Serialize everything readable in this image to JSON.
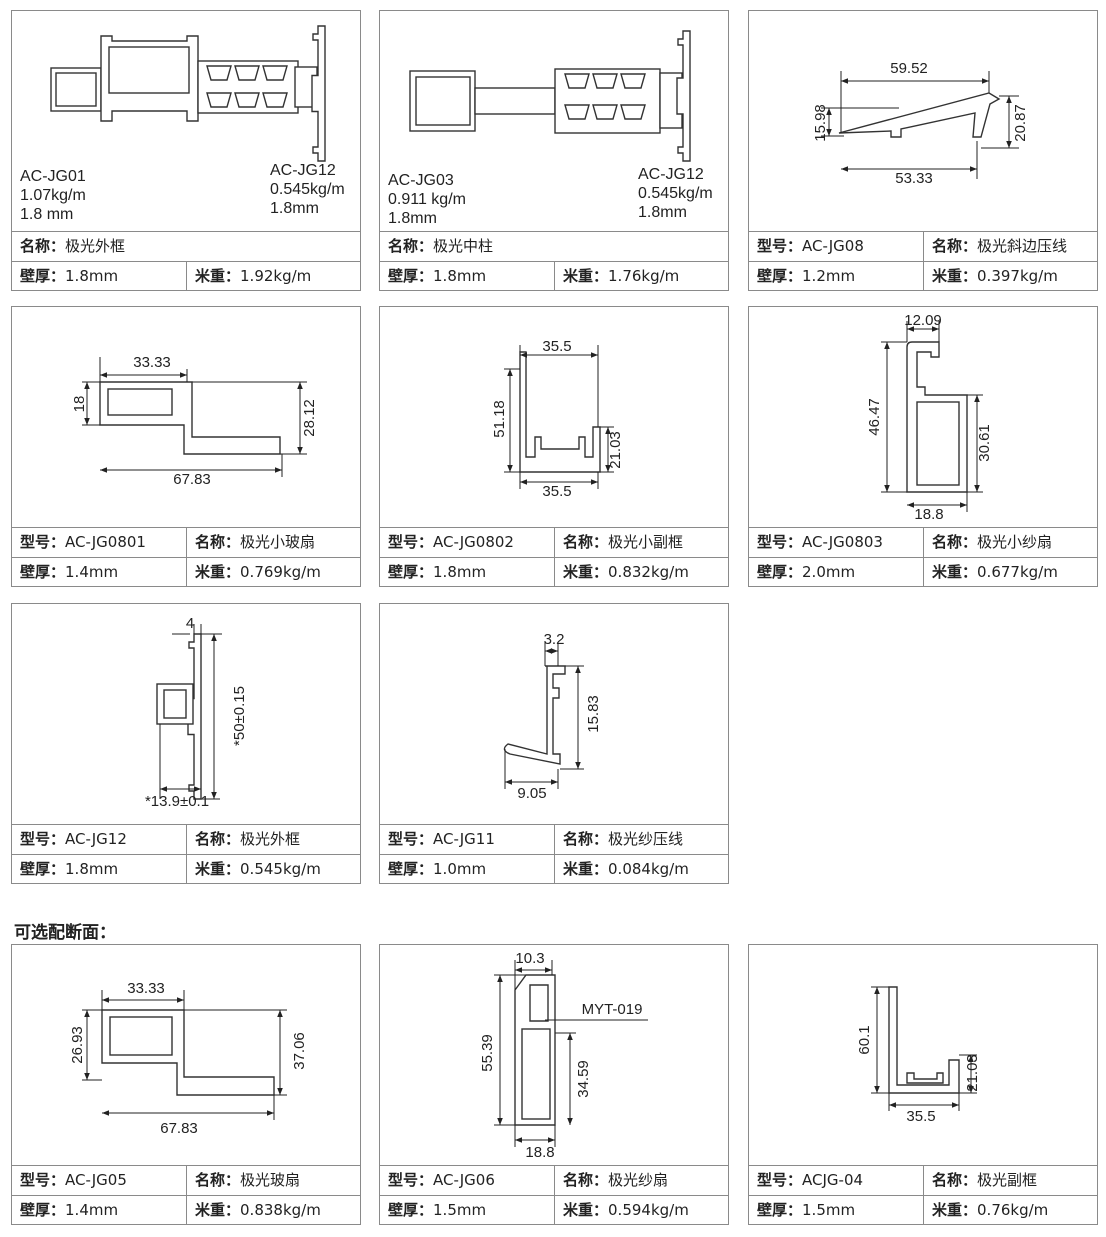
{
  "section_heading": "可选配断面：",
  "cards": [
    {
      "notes": [
        [
          "AC-JG01",
          "1.07kg/m",
          "1.8 mm"
        ],
        [
          "AC-JG12",
          "0.545kg/m",
          "1.8mm"
        ]
      ],
      "dims": [],
      "rows": [
        [
          {
            "label": "名称：",
            "value": "极光外框"
          }
        ],
        [
          {
            "label": "壁厚：",
            "value": "1.8mm"
          },
          {
            "label": "米重：",
            "value": "1.92kg/m"
          }
        ]
      ]
    },
    {
      "notes": [
        [
          "AC-JG03",
          "0.911 kg/m",
          "1.8mm"
        ],
        [
          "AC-JG12",
          "0.545kg/m",
          "1.8mm"
        ]
      ],
      "dims": [],
      "rows": [
        [
          {
            "label": "名称：",
            "value": "极光中柱"
          }
        ],
        [
          {
            "label": "壁厚：",
            "value": "1.8mm"
          },
          {
            "label": "米重：",
            "value": "1.76kg/m"
          }
        ]
      ]
    },
    {
      "notes": [],
      "dims": [
        "59.52",
        "15.98",
        "20.87",
        "53.33"
      ],
      "rows": [
        [
          {
            "label": "型号：",
            "value": "AC-JG08"
          },
          {
            "label": "名称：",
            "value": "极光斜边压线"
          }
        ],
        [
          {
            "label": "壁厚：",
            "value": "1.2mm"
          },
          {
            "label": "米重：",
            "value": "0.397kg/m"
          }
        ]
      ]
    },
    {
      "notes": [],
      "dims": [
        "33.33",
        "18",
        "28.12",
        "67.83"
      ],
      "rows": [
        [
          {
            "label": "型号：",
            "value": "AC-JG0801"
          },
          {
            "label": "名称：",
            "value": "极光小玻扇"
          }
        ],
        [
          {
            "label": "壁厚：",
            "value": "1.4mm"
          },
          {
            "label": "米重：",
            "value": "0.769kg/m"
          }
        ]
      ]
    },
    {
      "notes": [],
      "dims": [
        "35.5",
        "51.18",
        "21.03",
        "35.5"
      ],
      "rows": [
        [
          {
            "label": "型号：",
            "value": "AC-JG0802"
          },
          {
            "label": "名称：",
            "value": "极光小副框"
          }
        ],
        [
          {
            "label": "壁厚：",
            "value": "1.8mm"
          },
          {
            "label": "米重：",
            "value": "0.832kg/m"
          }
        ]
      ]
    },
    {
      "notes": [],
      "dims": [
        "12.09",
        "46.47",
        "30.61",
        "18.8"
      ],
      "rows": [
        [
          {
            "label": "型号：",
            "value": "AC-JG0803"
          },
          {
            "label": "名称：",
            "value": "极光小纱扇"
          }
        ],
        [
          {
            "label": "壁厚：",
            "value": "2.0mm"
          },
          {
            "label": "米重：",
            "value": "0.677kg/m"
          }
        ]
      ]
    },
    {
      "notes": [],
      "dims": [
        "4",
        "*50±0.15",
        "*13.9±0.1"
      ],
      "rows": [
        [
          {
            "label": "型号：",
            "value": "AC-JG12"
          },
          {
            "label": "名称：",
            "value": "极光外框"
          }
        ],
        [
          {
            "label": "壁厚：",
            "value": "1.8mm"
          },
          {
            "label": "米重：",
            "value": "0.545kg/m"
          }
        ]
      ]
    },
    {
      "notes": [],
      "dims": [
        "3.2",
        "15.83",
        "9.05"
      ],
      "rows": [
        [
          {
            "label": "型号：",
            "value": "AC-JG11"
          },
          {
            "label": "名称：",
            "value": "极光纱压线"
          }
        ],
        [
          {
            "label": "壁厚：",
            "value": "1.0mm"
          },
          {
            "label": "米重：",
            "value": "0.084kg/m"
          }
        ]
      ]
    },
    {
      "notes": [],
      "dims": [
        "33.33",
        "26.93",
        "37.06",
        "67.83"
      ],
      "rows": [
        [
          {
            "label": "型号：",
            "value": "AC-JG05"
          },
          {
            "label": "名称：",
            "value": "极光玻扇"
          }
        ],
        [
          {
            "label": "壁厚：",
            "value": "1.4mm"
          },
          {
            "label": "米重：",
            "value": "0.838kg/m"
          }
        ]
      ]
    },
    {
      "notes": [],
      "dims": [
        "10.3",
        "MYT-019",
        "55.39",
        "34.59",
        "18.8"
      ],
      "rows": [
        [
          {
            "label": "型号：",
            "value": "AC-JG06"
          },
          {
            "label": "名称：",
            "value": "极光纱扇"
          }
        ],
        [
          {
            "label": "壁厚：",
            "value": "1.5mm"
          },
          {
            "label": "米重：",
            "value": "0.594kg/m"
          }
        ]
      ]
    },
    {
      "notes": [],
      "dims": [
        "60.1",
        "21.03",
        "35.5"
      ],
      "rows": [
        [
          {
            "label": "型号：",
            "value": "ACJG-04"
          },
          {
            "label": "名称：",
            "value": "极光副框"
          }
        ],
        [
          {
            "label": "壁厚：",
            "value": "1.5mm"
          },
          {
            "label": "米重：",
            "value": "0.76kg/m"
          }
        ]
      ]
    }
  ]
}
